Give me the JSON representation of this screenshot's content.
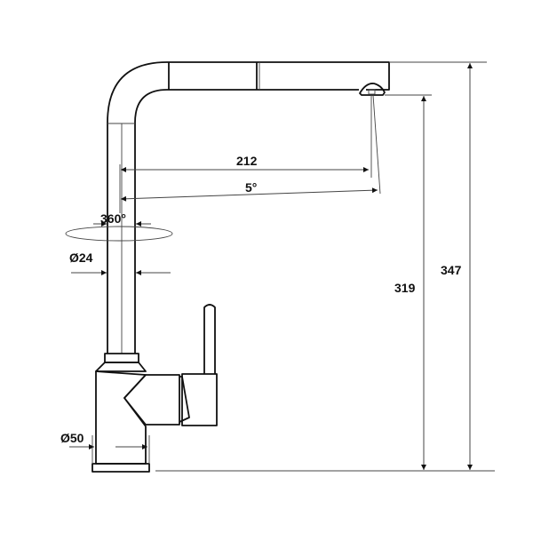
{
  "diagram": {
    "subject": "Pull-out kitchen faucet side elevation",
    "units": "mm",
    "colors": {
      "line": "#111111",
      "background": "#ffffff"
    },
    "dimensions": {
      "spout_reach": "212",
      "spout_angle": "5°",
      "rotation": "360°",
      "body_diameter": "Ø24",
      "base_diameter": "Ø50",
      "outlet_height": "319",
      "total_height": "347"
    }
  }
}
